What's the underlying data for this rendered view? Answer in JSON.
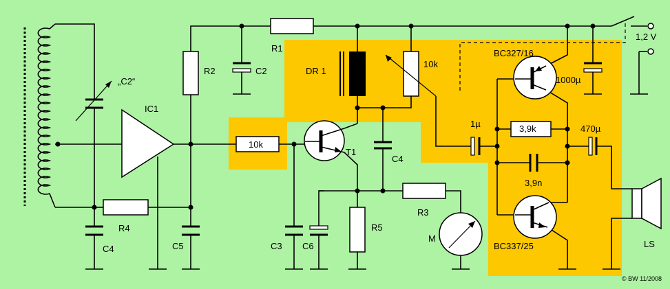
{
  "colors": {
    "background": "#aef2a4",
    "highlight": "#fdc800",
    "parts": "#ffffff",
    "choke_core": "#000000"
  },
  "labels": {
    "c2_var": "„C2“",
    "ic1": "IC1",
    "r2": "R2",
    "c2": "C2",
    "r1": "R1",
    "dr1": "DR 1",
    "pot_10k": "10k",
    "bc327": "BC327/16",
    "supply": "1,2 V",
    "c_1000": "1000µ",
    "res_10k": "10k",
    "t1": "T1",
    "c_1u": "1µ",
    "res_3k9": "3,9k",
    "c_470": "470µ",
    "c4_mid": "C4",
    "c_3n9": "3,9n",
    "r3": "R3",
    "r4": "R4",
    "m": "M",
    "r5": "R5",
    "c4_left": "C4",
    "c5": "C5",
    "c3": "C3",
    "c6": "C6",
    "bc337": "BC337/25",
    "ls": "LS",
    "credit": "© BW 11/2008"
  }
}
